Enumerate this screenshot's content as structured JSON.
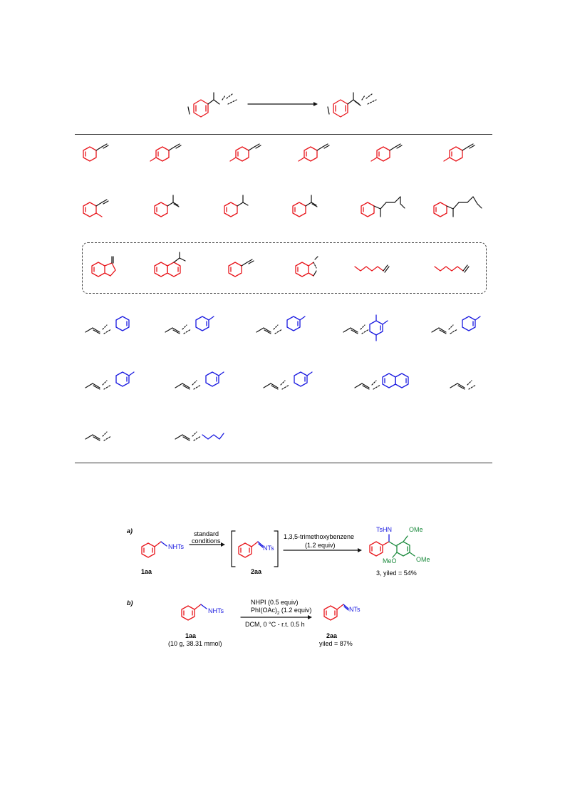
{
  "scheme_a": {
    "panel_label": "a)",
    "reactant_group": "NHTs",
    "reactant_id": "1aa",
    "step1_line1": "standard",
    "step1_line2": "conditions",
    "intermediate_group": "NTs",
    "intermediate_id": "2aa",
    "step2_reagent": "1,3,5-trimethoxybenzene",
    "step2_equiv": "(1.2 equiv)",
    "product_nh": "TsHN",
    "product_ome_top": "OMe",
    "product_meo": "MeO",
    "product_ome_right": "OMe",
    "product_yield": "3, yiled = 54%"
  },
  "scheme_b": {
    "panel_label": "b)",
    "reactant_group": "NHTs",
    "reactant_id": "1aa",
    "reactant_scale": "(10 g, 38.31 mmol)",
    "cond_line1": "NHPI (0.5 equiv)",
    "cond_line2_a": "PhI(OAc)",
    "cond_line2_sub": "2",
    "cond_line2_b": " (1.2 equiv)",
    "cond_line3": "DCM, 0 °C - r.t. 0.5 h",
    "product_group": "NTs",
    "product_id": "2aa",
    "product_yield": "yiled = 87%"
  },
  "colors": {
    "aryl_red": "#e8151b",
    "reagent_blue": "#1a1ae0",
    "arene_green": "#1b8a3d"
  }
}
